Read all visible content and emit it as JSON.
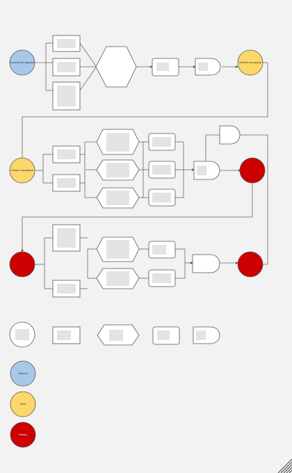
{
  "canvas": {
    "background": "#f2f2f2"
  },
  "colors": {
    "blue": "#a8c8ea",
    "yellow": "#fcd86a",
    "red": "#cc0000",
    "white": "#ffffff",
    "stroke": "#555555",
    "placeholder": "#e3e3e3"
  },
  "diagram": {
    "start_event_label": "Получение задания",
    "stage1_end_label": "Начало проверки",
    "stage2_start_label": "Начало проверки",
    "stage2_end_label": "",
    "stage3_start_label": "",
    "stage3_end_label": ""
  },
  "legend": {
    "blue_label": "Начало",
    "yellow_label": "Этап",
    "red_label": "Конец"
  },
  "resize_icon": "resize-grip-icon"
}
